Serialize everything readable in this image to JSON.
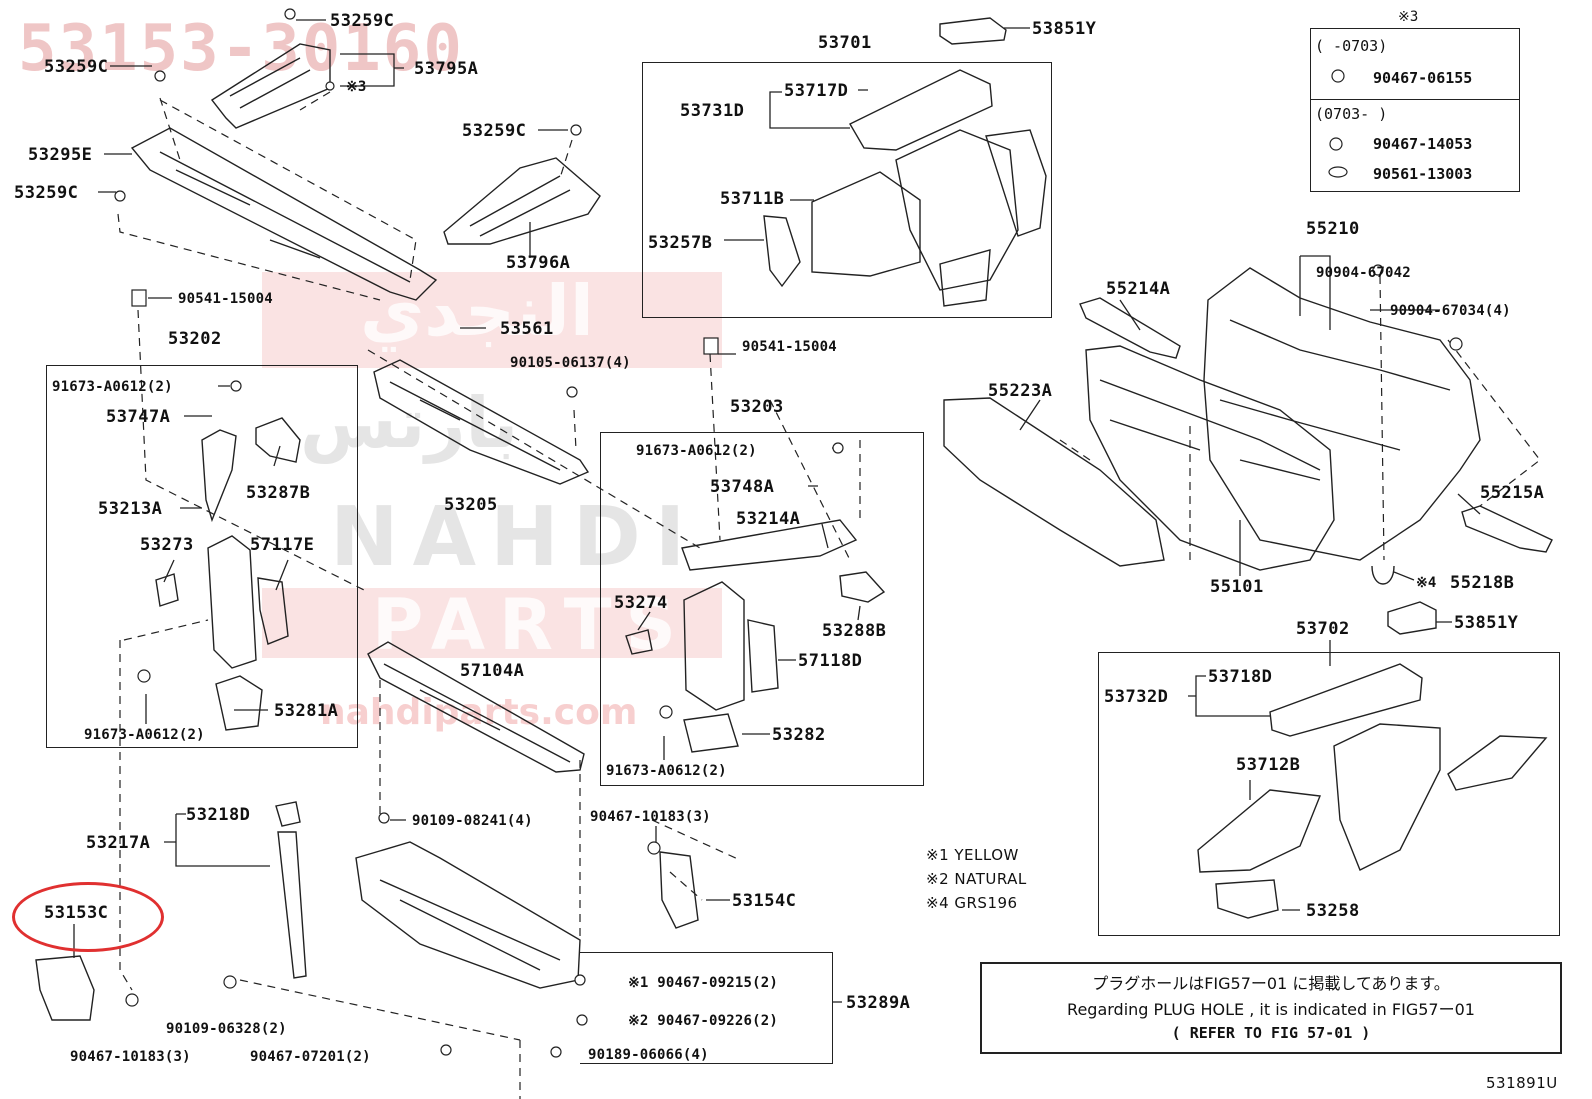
{
  "watermark": {
    "title": "53153-30160",
    "arabic": "النجدي",
    "arabic2": "بارتس",
    "latin1": "NAHDI",
    "latin2": "PARTS",
    "url": "nahdiparts.com"
  },
  "legend": {
    "header": "※3",
    "range1": "(      -0703)",
    "range1_part": "90467-06155",
    "range2": "(0703-      )",
    "range2_part_a": "90467-14053",
    "range2_part_b": "90561-13003"
  },
  "color_notes": [
    "※1 YELLOW",
    "※2 NATURAL",
    "※4 GRS196"
  ],
  "notice": {
    "jp": "プラグホールはFIG57ー01 に掲載してあります。",
    "en": "Regarding  PLUG HOLE , it is indicated in FIG57ー01",
    "ref": "(    REFER TO FIG 57-01   )"
  },
  "figure_id": "531891U",
  "labels": {
    "l53259c_a": "53259C",
    "l53259c_b": "53259C",
    "l53259c_c": "53259C",
    "l53259c_d": "53259C",
    "l53795a": "53795A",
    "l53795a_note": "※3",
    "l53295e": "53295E",
    "l53796a": "53796A",
    "l90541_a": "90541-15004",
    "l90541_b": "90541-15004",
    "l53202": "53202",
    "l91673_a": "91673-A0612(2)",
    "l53747a": "53747A",
    "l53213a": "53213A",
    "l53287b": "53287B",
    "l53273": "53273",
    "l57117e": "57117E",
    "l91673_b": "91673-A0612(2)",
    "l53281a": "53281A",
    "l53561": "53561",
    "l90105": "90105-06137(4)",
    "l53205": "53205",
    "l57104a": "57104A",
    "l53701": "53701",
    "l53851y_a": "53851Y",
    "l53717d": "53717D",
    "l53731d": "53731D",
    "l53711b": "53711B",
    "l53257b": "53257B",
    "l53203": "53203",
    "l91673_c": "91673-A0612(2)",
    "l53748a": "53748A",
    "l53214a": "53214A",
    "l53274": "53274",
    "l53288b": "53288B",
    "l57118d": "57118D",
    "l53282": "53282",
    "l91673_d": "91673-A0612(2)",
    "l55210": "55210",
    "l90904_a": "90904-67042",
    "l90904_b": "90904-67034(4)",
    "l55214a": "55214A",
    "l55223a": "55223A",
    "l55215a": "55215A",
    "l55101": "55101",
    "l55218b": "55218B",
    "l55218b_note": "※4",
    "l53702": "53702",
    "l53851y_b": "53851Y",
    "l53718d": "53718D",
    "l53732d": "53732D",
    "l53712b": "53712B",
    "l53258": "53258",
    "l53218d": "53218D",
    "l53217a": "53217A",
    "l53153c": "53153C",
    "l90109_a": "90109-08241(4)",
    "l90467_10183_a": "90467-10183(3)",
    "l53154c": "53154C",
    "l90467_09215": "※1 90467-09215(2)",
    "l90467_09226": "※2 90467-09226(2)",
    "l53289a": "53289A",
    "l90189": "90189-06066(4)",
    "l90109_b": "90109-06328(2)",
    "l90467_10183_b": "90467-10183(3)",
    "l90467_07201": "90467-07201(2)"
  }
}
